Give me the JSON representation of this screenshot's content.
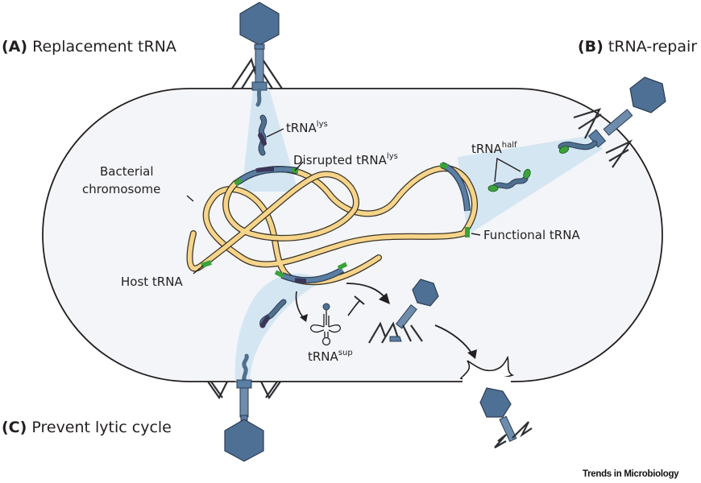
{
  "figure": {
    "panels": {
      "a": {
        "letter": "(A)",
        "title": "Replacement tRNA"
      },
      "b": {
        "letter": "(B)",
        "title": "tRNA-repair"
      },
      "c": {
        "letter": "(C)",
        "title": "Prevent lytic cycle"
      }
    },
    "labels": {
      "trna_lys": {
        "base": "tRNA",
        "sup": "lys"
      },
      "disrupted_trna_lys": {
        "base": "Disrupted tRNA",
        "sup": "lys"
      },
      "bacterial_chromosome_line1": "Bacterial",
      "bacterial_chromosome_line2": "chromosome",
      "trna_half": {
        "base": "tRNA",
        "sup": "half"
      },
      "functional_trna": "Functional tRNA",
      "host_trna": "Host tRNA",
      "trna_sup": {
        "base": "tRNA",
        "sup": "sup"
      }
    },
    "credit": "Trends in Microbiology",
    "colors": {
      "cell_fill": "#f3f5f8",
      "cell_outline": "#231f20",
      "beam": "#cfe3f2",
      "chromosome": "#f6d48a",
      "phage_dna": "#4f7095",
      "trna_green": "#3aa33a",
      "trna_dark": "#3b3558",
      "phage": "#4f7095"
    }
  }
}
